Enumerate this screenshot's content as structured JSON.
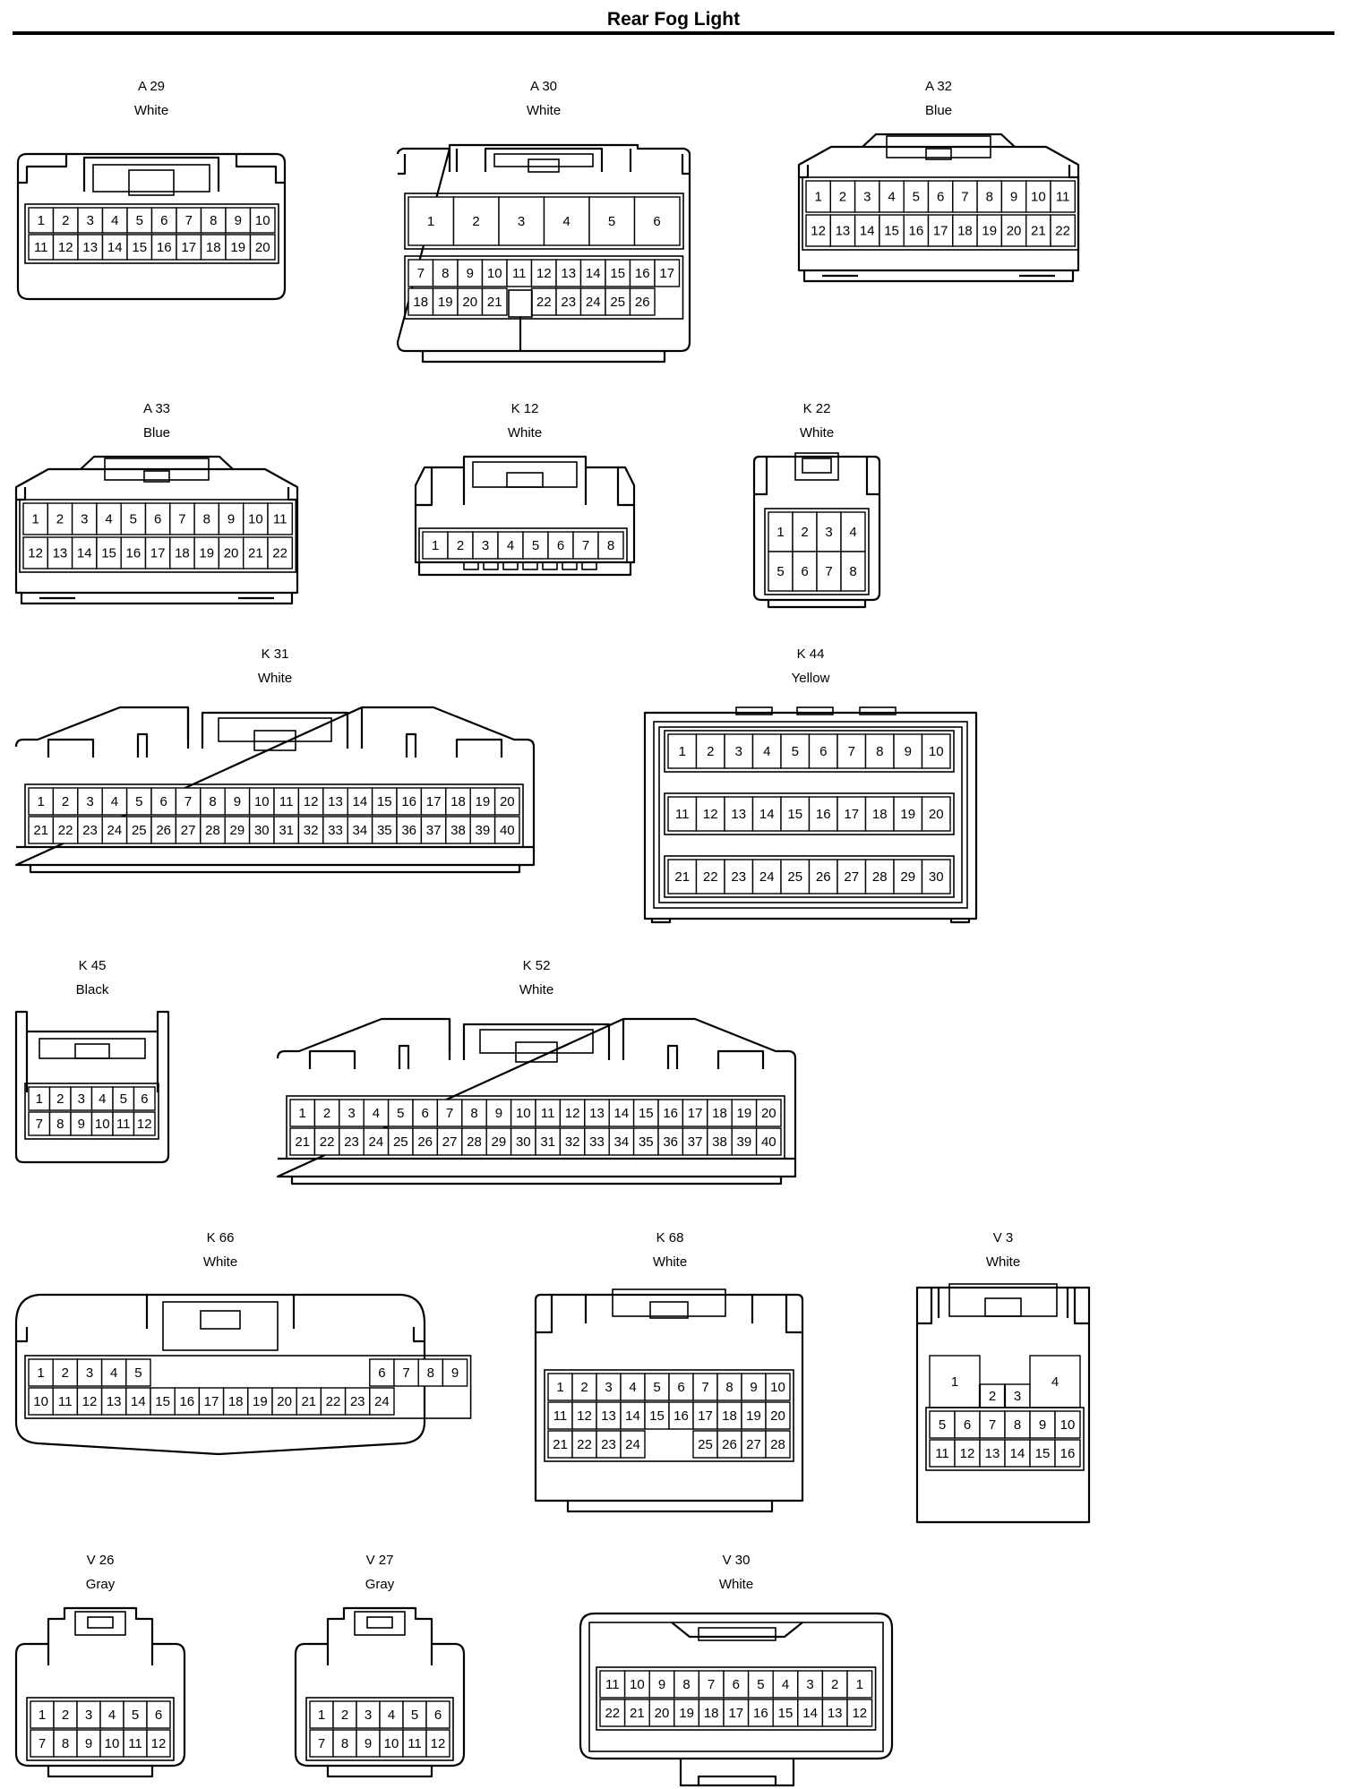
{
  "title": "Rear Fog Light",
  "connectors": [
    {
      "id": "A29",
      "code": "A 29",
      "color": "White",
      "style": "capped"
    },
    {
      "id": "A30",
      "code": "A 30",
      "color": "White",
      "style": "a30"
    },
    {
      "id": "A32",
      "code": "A 32",
      "color": "Blue",
      "style": "tabbed"
    },
    {
      "id": "A33",
      "code": "A 33",
      "color": "Blue",
      "style": "tabbed"
    },
    {
      "id": "K12",
      "code": "K 12",
      "color": "White",
      "style": "posted"
    },
    {
      "id": "K22",
      "code": "K 22",
      "color": "White",
      "style": "posted"
    },
    {
      "id": "K31",
      "code": "K 31",
      "color": "White",
      "style": "stepped"
    },
    {
      "id": "K44",
      "code": "K 44",
      "color": "Yellow",
      "style": "frame"
    },
    {
      "id": "K45",
      "code": "K 45",
      "color": "Black",
      "style": "posted"
    },
    {
      "id": "K52",
      "code": "K 52",
      "color": "White",
      "style": "stepped"
    },
    {
      "id": "K66",
      "code": "K 66",
      "color": "White",
      "style": "capped"
    },
    {
      "id": "K68",
      "code": "K 68",
      "color": "White",
      "style": "posted"
    },
    {
      "id": "V3",
      "code": "V 3",
      "color": "White",
      "style": "posted"
    },
    {
      "id": "V26",
      "code": "V 26",
      "color": "Gray",
      "style": "small"
    },
    {
      "id": "V27",
      "code": "V 27",
      "color": "Gray",
      "style": "small"
    },
    {
      "id": "V30",
      "code": "V 30",
      "color": "White",
      "style": "round"
    }
  ],
  "pin_rows": {
    "A29": [
      [
        "1",
        "2",
        "3",
        "4",
        "5",
        "6",
        "7",
        "8",
        "9",
        "10"
      ],
      [
        "11",
        "12",
        "13",
        "14",
        "15",
        "16",
        "17",
        "18",
        "19",
        "20"
      ]
    ],
    "A30": [
      [
        "7",
        "8",
        "9",
        "10",
        "11",
        "12",
        "13",
        "14",
        "15",
        "16",
        "17"
      ],
      [
        "18",
        "19",
        "20",
        "21",
        "",
        "22",
        "23",
        "24",
        "25",
        "26"
      ]
    ],
    "A30_large": [
      "1",
      "2",
      "3",
      "4",
      "5",
      "6"
    ],
    "A32": [
      [
        "1",
        "2",
        "3",
        "4",
        "5",
        "6",
        "7",
        "8",
        "9",
        "10",
        "11"
      ],
      [
        "12",
        "13",
        "14",
        "15",
        "16",
        "17",
        "18",
        "19",
        "20",
        "21",
        "22"
      ]
    ],
    "A33": [
      [
        "1",
        "2",
        "3",
        "4",
        "5",
        "6",
        "7",
        "8",
        "9",
        "10",
        "11"
      ],
      [
        "12",
        "13",
        "14",
        "15",
        "16",
        "17",
        "18",
        "19",
        "20",
        "21",
        "22"
      ]
    ],
    "K12": [
      [
        "1",
        "2",
        "3",
        "4",
        "5",
        "6",
        "7",
        "8"
      ]
    ],
    "K22": [
      [
        "1",
        "2",
        "3",
        "4"
      ],
      [
        "5",
        "6",
        "7",
        "8"
      ]
    ],
    "K31": [
      [
        "1",
        "2",
        "3",
        "4",
        "5",
        "6",
        "7",
        "8",
        "9",
        "10",
        "11",
        "12",
        "13",
        "14",
        "15",
        "16",
        "17",
        "18",
        "19",
        "20"
      ],
      [
        "21",
        "22",
        "23",
        "24",
        "25",
        "26",
        "27",
        "28",
        "29",
        "30",
        "31",
        "32",
        "33",
        "34",
        "35",
        "36",
        "37",
        "38",
        "39",
        "40"
      ]
    ],
    "K44": [
      [
        "1",
        "2",
        "3",
        "4",
        "5",
        "6",
        "7",
        "8",
        "9",
        "10"
      ],
      [
        "11",
        "12",
        "13",
        "14",
        "15",
        "16",
        "17",
        "18",
        "19",
        "20"
      ],
      [
        "21",
        "22",
        "23",
        "24",
        "25",
        "26",
        "27",
        "28",
        "29",
        "30"
      ]
    ],
    "K45": [
      [
        "1",
        "2",
        "3",
        "4",
        "5",
        "6"
      ],
      [
        "7",
        "8",
        "9",
        "10",
        "11",
        "12"
      ]
    ],
    "K52": [
      [
        "1",
        "2",
        "3",
        "4",
        "5",
        "6",
        "7",
        "8",
        "9",
        "10",
        "11",
        "12",
        "13",
        "14",
        "15",
        "16",
        "17",
        "18",
        "19",
        "20"
      ],
      [
        "21",
        "22",
        "23",
        "24",
        "25",
        "26",
        "27",
        "28",
        "29",
        "30",
        "31",
        "32",
        "33",
        "34",
        "35",
        "36",
        "37",
        "38",
        "39",
        "40"
      ]
    ],
    "K66": [
      [
        "1",
        "2",
        "3",
        "4",
        "5",
        "",
        "",
        "",
        "",
        "",
        "",
        "",
        "",
        "",
        "6",
        "7",
        "8",
        "9"
      ],
      [
        "10",
        "11",
        "12",
        "13",
        "14",
        "15",
        "16",
        "17",
        "18",
        "19",
        "20",
        "21",
        "22",
        "23",
        "24"
      ]
    ],
    "K68": [
      [
        "1",
        "2",
        "3",
        "4",
        "5",
        "6",
        "7",
        "8",
        "9",
        "10"
      ],
      [
        "11",
        "12",
        "13",
        "14",
        "15",
        "16",
        "17",
        "18",
        "19",
        "20"
      ],
      [
        "21",
        "22",
        "23",
        "24",
        "",
        "",
        "25",
        "26",
        "27",
        "28"
      ]
    ],
    "V3": [
      [
        "5",
        "6",
        "7",
        "8",
        "9",
        "10"
      ],
      [
        "11",
        "12",
        "13",
        "14",
        "15",
        "16"
      ]
    ],
    "V3_top": [
      "1",
      "2",
      "3",
      "4"
    ],
    "V26": [
      [
        "1",
        "2",
        "3",
        "4",
        "5",
        "6"
      ],
      [
        "7",
        "8",
        "9",
        "10",
        "11",
        "12"
      ]
    ],
    "V27": [
      [
        "1",
        "2",
        "3",
        "4",
        "5",
        "6"
      ],
      [
        "7",
        "8",
        "9",
        "10",
        "11",
        "12"
      ]
    ],
    "V30": [
      [
        "11",
        "10",
        "9",
        "8",
        "7",
        "6",
        "5",
        "4",
        "3",
        "2",
        "1"
      ],
      [
        "22",
        "21",
        "20",
        "19",
        "18",
        "17",
        "16",
        "15",
        "14",
        "13",
        "12"
      ]
    ]
  }
}
